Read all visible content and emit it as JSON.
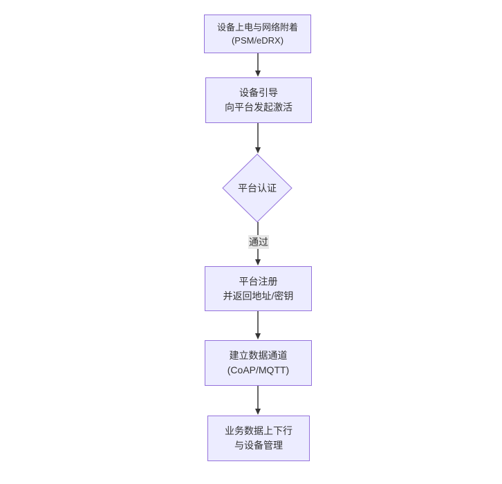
{
  "colors": {
    "node_fill": "#ECECFF",
    "node_border": "#9370DB",
    "edge": "#333333",
    "edge_label_bg": "#e8e8e8",
    "text": "#333333",
    "background": "#ffffff"
  },
  "flow": {
    "nodes": [
      {
        "id": "power-on",
        "line1": "设备上电与网络附着",
        "line2": "(PSM/eDRX)"
      },
      {
        "id": "bootstrap",
        "line1": "设备引导",
        "line2": "向平台发起激活"
      },
      {
        "id": "decision",
        "label": "平台认证"
      },
      {
        "id": "register",
        "line1": "平台注册",
        "line2": "并返回地址/密钥"
      },
      {
        "id": "channel",
        "line1": "建立数据通道",
        "line2": "(CoAP/MQTT)"
      },
      {
        "id": "business",
        "line1": "业务数据上下行",
        "line2": "与设备管理"
      }
    ],
    "edge_label": "通过"
  }
}
